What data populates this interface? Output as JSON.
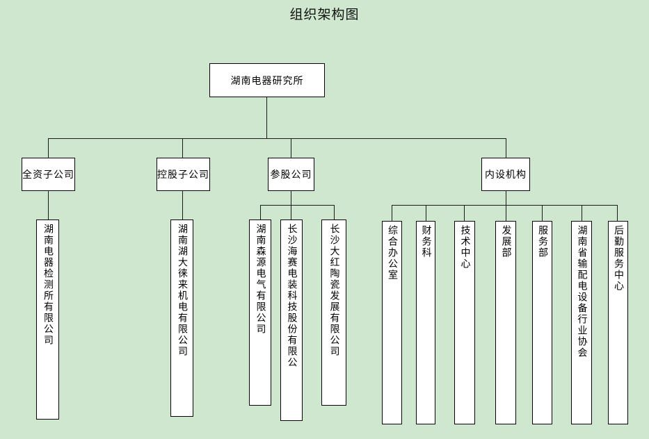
{
  "title": "组织架构图",
  "colors": {
    "background": "#cfe7cf",
    "node_fill": "#ffffff",
    "node_border": "#000000",
    "connector": "#1a1a1a",
    "text": "#000000"
  },
  "root": {
    "label": "湖南电器研究所"
  },
  "level2": [
    {
      "key": "wholly-owned",
      "label": "全资子公司"
    },
    {
      "key": "holding",
      "label": "控股子公司"
    },
    {
      "key": "equity",
      "label": "参股公司"
    },
    {
      "key": "internal",
      "label": "内设机构"
    }
  ],
  "leaves": {
    "wholly_owned": [
      {
        "label": "湖南电器检测所有限公司"
      }
    ],
    "holding": [
      {
        "label": "湖南湖大徕来机电有限公司"
      }
    ],
    "equity": [
      {
        "label": "湖南森源电气有限公司"
      },
      {
        "label": "长沙海赛电装科技股份有限公"
      },
      {
        "label": "长沙大红陶瓷发展有限公司"
      }
    ],
    "internal": [
      {
        "label": "综合办公室"
      },
      {
        "label": "财务科"
      },
      {
        "label": "技术中心"
      },
      {
        "label": "发展部"
      },
      {
        "label": "服务部"
      },
      {
        "label": "湖南省输配电设备行业协会"
      },
      {
        "label": "后勤服务中心"
      }
    ]
  }
}
